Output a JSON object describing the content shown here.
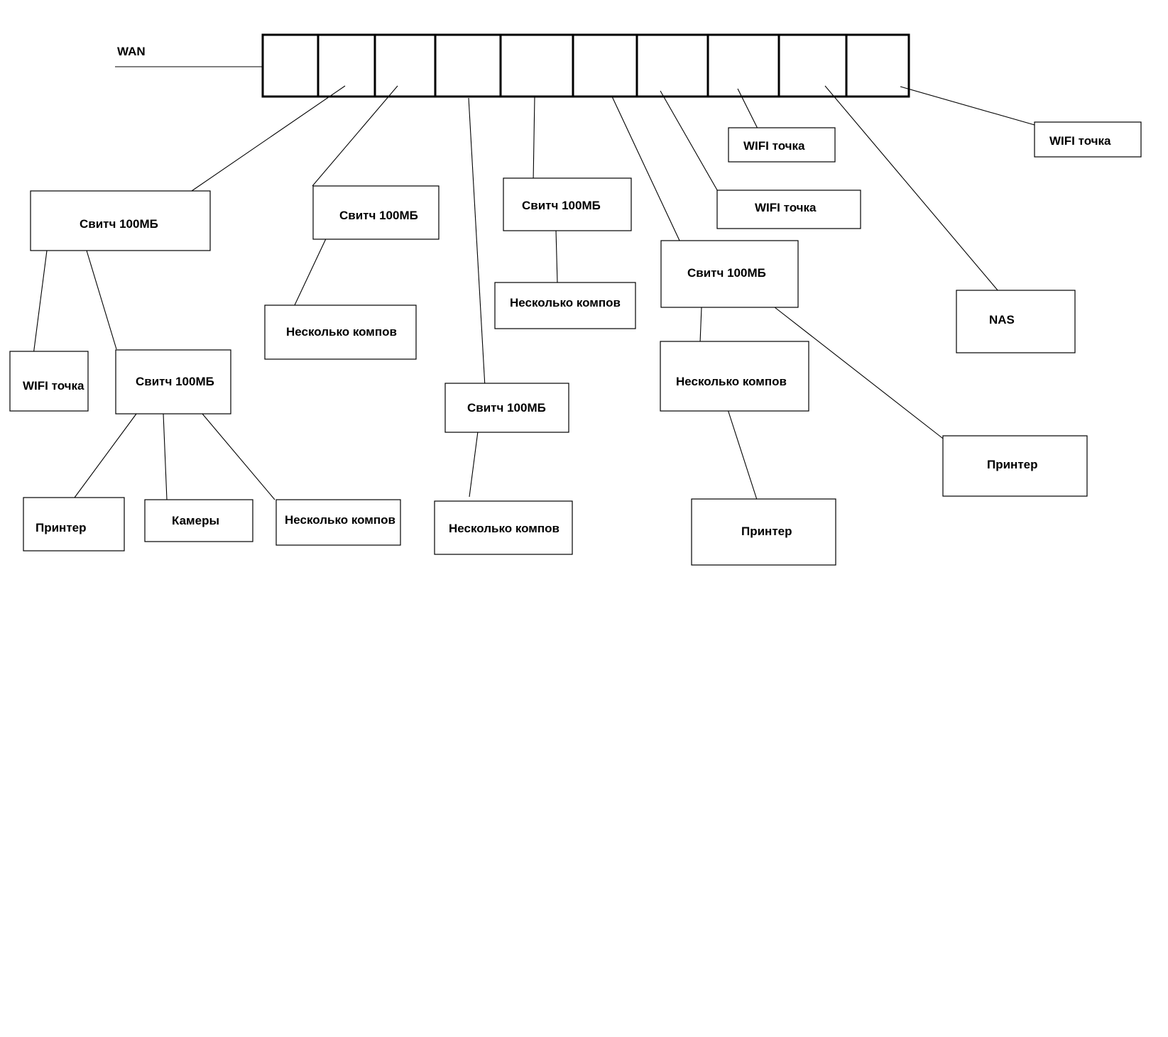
{
  "wan_label": "WAN",
  "router_ports": 10,
  "nodes": [
    {
      "id": "sw1",
      "label": "Свитч 100МБ"
    },
    {
      "id": "sw2",
      "label": "Свитч 100МБ"
    },
    {
      "id": "sw3",
      "label": "Свитч 100МБ"
    },
    {
      "id": "sw4",
      "label": "Свитч 100МБ"
    },
    {
      "id": "sw5",
      "label": "Свитч 100МБ"
    },
    {
      "id": "sw6",
      "label": "Свитч 100МБ"
    },
    {
      "id": "wifi1",
      "label": "WIFI точка"
    },
    {
      "id": "wifi2",
      "label": "WIFI точка"
    },
    {
      "id": "wifi3",
      "label": "WIFI точка"
    },
    {
      "id": "wifi4",
      "label": "WIFI точка"
    },
    {
      "id": "pc1",
      "label": "Несколько компов"
    },
    {
      "id": "pc2",
      "label": "Несколько компов"
    },
    {
      "id": "pc3",
      "label": "Несколько компов"
    },
    {
      "id": "pc4",
      "label": "Несколько компов"
    },
    {
      "id": "pc5",
      "label": "Несколько компов"
    },
    {
      "id": "pr1",
      "label": "Принтер"
    },
    {
      "id": "pr2",
      "label": "Принтер"
    },
    {
      "id": "pr3",
      "label": "Принтер"
    },
    {
      "id": "cam",
      "label": "Камеры"
    },
    {
      "id": "nas",
      "label": "NAS"
    }
  ],
  "links": [
    [
      "port2",
      "sw1"
    ],
    [
      "port3",
      "sw2"
    ],
    [
      "port4",
      "sw3"
    ],
    [
      "port5",
      "sw4"
    ],
    [
      "port6",
      "sw5"
    ],
    [
      "port7",
      "wifi3"
    ],
    [
      "port8",
      "wifi2"
    ],
    [
      "port9",
      "nas"
    ],
    [
      "port10",
      "wifi1"
    ],
    [
      "sw1",
      "wifi4"
    ],
    [
      "sw1",
      "sw6"
    ],
    [
      "sw6",
      "pr1"
    ],
    [
      "sw6",
      "cam"
    ],
    [
      "sw6",
      "pc5"
    ],
    [
      "sw2",
      "pc1"
    ],
    [
      "sw3",
      "pc4"
    ],
    [
      "sw4",
      "pc2"
    ],
    [
      "sw5",
      "pc3"
    ],
    [
      "sw5",
      "pr3"
    ],
    [
      "pc3",
      "pr2"
    ]
  ]
}
